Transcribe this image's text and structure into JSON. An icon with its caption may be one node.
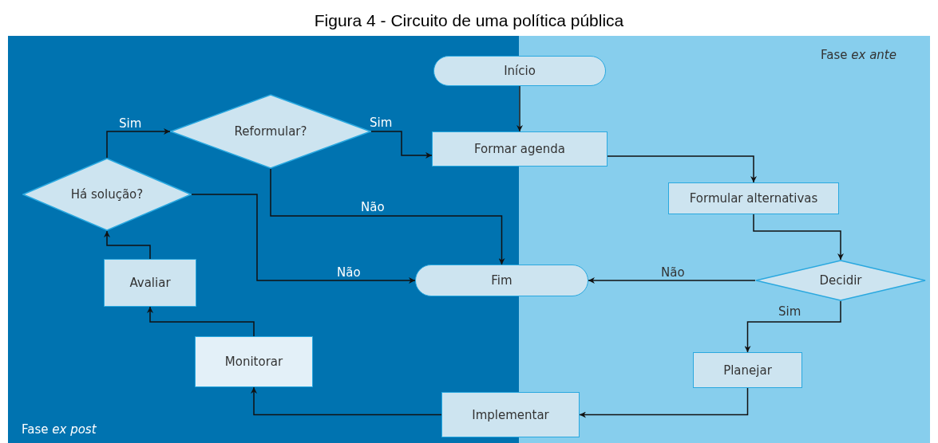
{
  "diagram": {
    "title": "Figura 4 - Circuito de uma política pública",
    "nodes": [
      {
        "text": [
          "Fase *ex post*"
        ]
      },
      {
        "text": [
          "Fase *ex ante*"
        ]
      },
      {
        "text": [
          "Início"
        ]
      },
      {
        "text": [
          "Reformular?"
        ],
        "in": 0
      },
      {
        "text": [
          "Formar agenda"
        ]
      },
      {
        "text": [
          "Há solução?"
        ],
        "in": 0
      },
      {
        "text": [
          "Formular alternativas"
        ],
        "in": 1
      },
      {
        "text": [
          "Fim"
        ]
      },
      {
        "text": [
          "Decidir"
        ],
        "in": 1
      },
      {
        "text": [
          "Avaliar"
        ],
        "in": 0
      },
      {
        "text": [
          "Monitorar"
        ],
        "in": 0
      },
      {
        "text": [
          "Planejar"
        ],
        "in": 1
      },
      {
        "text": [
          "Implementar"
        ]
      }
    ],
    "edges": [
      {
        "from": 2,
        "to": 4,
        "arrow": "to"
      },
      {
        "from": 3,
        "to": 4,
        "arrow": "to",
        "label": "Sim"
      },
      {
        "from": 3,
        "to": 7,
        "arrow": "to",
        "label": "Não"
      },
      {
        "from": 5,
        "to": 3,
        "arrow": "to",
        "label": "Sim"
      },
      {
        "from": 5,
        "to": 7,
        "arrow": "to",
        "label": "Não"
      },
      {
        "from": 4,
        "to": 6,
        "arrow": "to"
      },
      {
        "from": 6,
        "to": 8,
        "arrow": "to"
      },
      {
        "from": 8,
        "to": 7,
        "arrow": "to",
        "label": "Não"
      },
      {
        "from": 8,
        "to": 11,
        "arrow": "to",
        "label": "Sim"
      },
      {
        "from": 11,
        "to": 12,
        "arrow": "to"
      },
      {
        "from": 12,
        "to": 10,
        "arrow": "to"
      },
      {
        "from": 10,
        "to": 9,
        "arrow": "to"
      },
      {
        "from": 9,
        "to": 5,
        "arrow": "to"
      }
    ]
  }
}
